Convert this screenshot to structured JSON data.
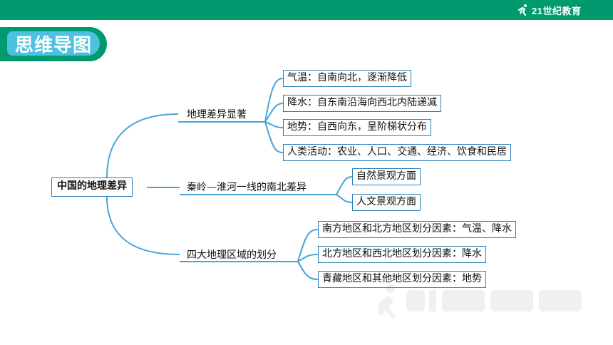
{
  "header": {
    "logo_text": "21世纪教育",
    "logo_icon": "runner-logo-icon"
  },
  "title": "思维导图",
  "mindmap": {
    "root": "中国的地理差异",
    "branches": [
      {
        "label": "地理差异显著",
        "children": [
          "气温：自南向北，逐渐降低",
          "降水：自东南沿海向西北内陆递减",
          "地势：自西向东，呈阶梯状分布",
          "人类活动：农业、人口、交通、经济、饮食和民居"
        ]
      },
      {
        "label": "秦岭—淮河一线的南北差异",
        "children": [
          "自然景观方面",
          "人文景观方面"
        ]
      },
      {
        "label": "四大地理区域的划分",
        "children": [
          "南方地区和北方地区划分因素：气温、降水",
          "北方地区和西北地区划分因素：降水",
          "青藏地区和其他地区划分因素：地势"
        ]
      }
    ]
  },
  "colors": {
    "header_green": "#009a6e",
    "title_blue": "#4ec0e0",
    "box_border": "#2a7fb8",
    "line_blue": "#4aa3d8"
  }
}
